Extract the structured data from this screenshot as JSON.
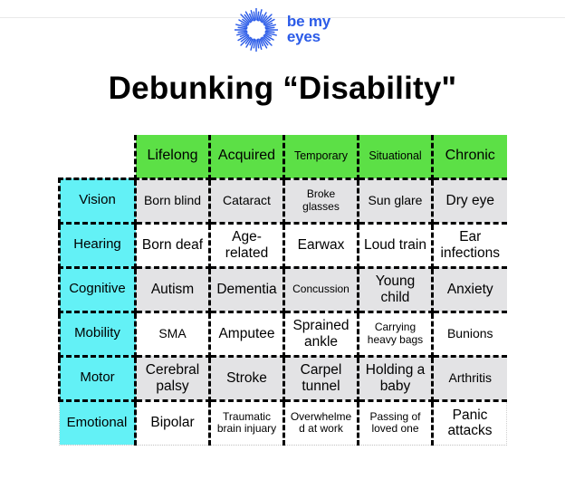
{
  "logo": {
    "icon": "sunburst-icon",
    "line1": "be my",
    "line2": "eyes"
  },
  "title": "Debunking “Disability\"",
  "table": {
    "col_headers": [
      {
        "label": "Lifelong",
        "small": false
      },
      {
        "label": "Acquired",
        "small": false
      },
      {
        "label": "Temporary",
        "small": true
      },
      {
        "label": "Situational",
        "small": true
      },
      {
        "label": "Chronic",
        "small": false
      }
    ],
    "rows": [
      {
        "header": "Vision",
        "shaded": true,
        "cells": [
          {
            "t": "Born blind",
            "s": "md"
          },
          {
            "t": "Cataract",
            "s": "md"
          },
          {
            "t": "Broke\nglasses",
            "s": "sm"
          },
          {
            "t": "Sun glare",
            "s": "md"
          },
          {
            "t": "Dry eye",
            "s": "lg"
          }
        ]
      },
      {
        "header": "Hearing",
        "shaded": false,
        "cells": [
          {
            "t": "Born deaf",
            "s": "lg"
          },
          {
            "t": "Age-\nrelated",
            "s": "lg"
          },
          {
            "t": "Earwax",
            "s": "lg"
          },
          {
            "t": "Loud train",
            "s": "lg"
          },
          {
            "t": "Ear\ninfections",
            "s": "lg"
          }
        ]
      },
      {
        "header": "Cognitive",
        "shaded": true,
        "cells": [
          {
            "t": "Autism",
            "s": "lg"
          },
          {
            "t": "Dementia",
            "s": "lg"
          },
          {
            "t": "Concussion",
            "s": "sm"
          },
          {
            "t": "Young\nchild",
            "s": "lg"
          },
          {
            "t": "Anxiety",
            "s": "lg"
          }
        ]
      },
      {
        "header": "Mobility",
        "shaded": false,
        "cells": [
          {
            "t": "SMA",
            "s": "md"
          },
          {
            "t": "Amputee",
            "s": "lg"
          },
          {
            "t": "Sprained\nankle",
            "s": "lg"
          },
          {
            "t": "Carrying\nheavy bags",
            "s": "sm"
          },
          {
            "t": "Bunions",
            "s": "md"
          }
        ]
      },
      {
        "header": "Motor",
        "shaded": true,
        "cells": [
          {
            "t": "Cerebral\npalsy",
            "s": "lg"
          },
          {
            "t": "Stroke",
            "s": "lg"
          },
          {
            "t": "Carpel\ntunnel",
            "s": "lg"
          },
          {
            "t": "Holding a\nbaby",
            "s": "lg"
          },
          {
            "t": "Arthritis",
            "s": "md"
          }
        ]
      },
      {
        "header": "Emotional",
        "shaded": false,
        "cells": [
          {
            "t": "Bipolar",
            "s": "lg"
          },
          {
            "t": "Traumatic\nbrain injuary",
            "s": "sm"
          },
          {
            "t": "Overwhelme\nd at work",
            "s": "sm"
          },
          {
            "t": "Passing of\nloved one",
            "s": "sm"
          },
          {
            "t": "Panic\nattacks",
            "s": "lg"
          }
        ]
      }
    ]
  },
  "colors": {
    "green": "#5CE046",
    "cyan": "#63F1F6",
    "gray": "#E3E3E5",
    "blue": "#2B5BE8",
    "border": "#000000"
  }
}
